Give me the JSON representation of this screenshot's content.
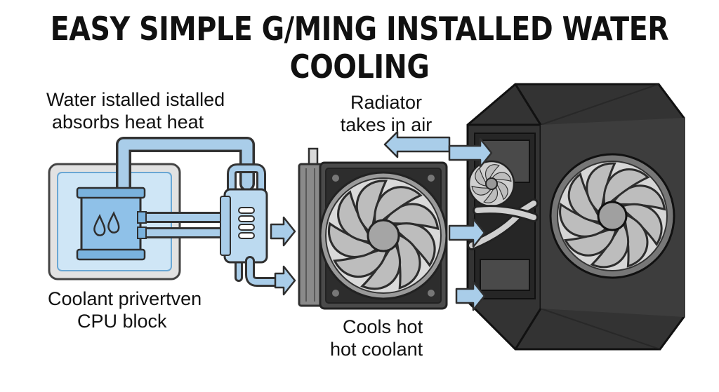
{
  "title": "EASY SIMPLE G/MING INSTALLED WATER COOLING",
  "labels": {
    "water_line1": "Water istalled istalled",
    "water_line2": "absorbs heat heat",
    "radiator_line1": "Radiator",
    "radiator_line2": "takes in air",
    "coolant_line1": "Coolant privertven",
    "coolant_line2": "CPU block",
    "cools_line1": "Cools hot",
    "cools_line2": "hot coolant"
  },
  "icons": [
    "water-drop-icon",
    "arrow-right-icon",
    "arrow-left-icon",
    "fan-icon",
    "pc-case-icon",
    "radiator-icon",
    "pump-icon",
    "cpu-block-icon"
  ],
  "colors": {
    "tube": "#a9cde9",
    "tube_outline": "#333333",
    "block_fill": "#8fc1e8",
    "block_glow": "#d5e9f7",
    "case_dark": "#2f2f2f",
    "case_mid": "#474747",
    "fan_gray": "#b9b9b9",
    "radiator_gray": "#8a8a8a"
  }
}
